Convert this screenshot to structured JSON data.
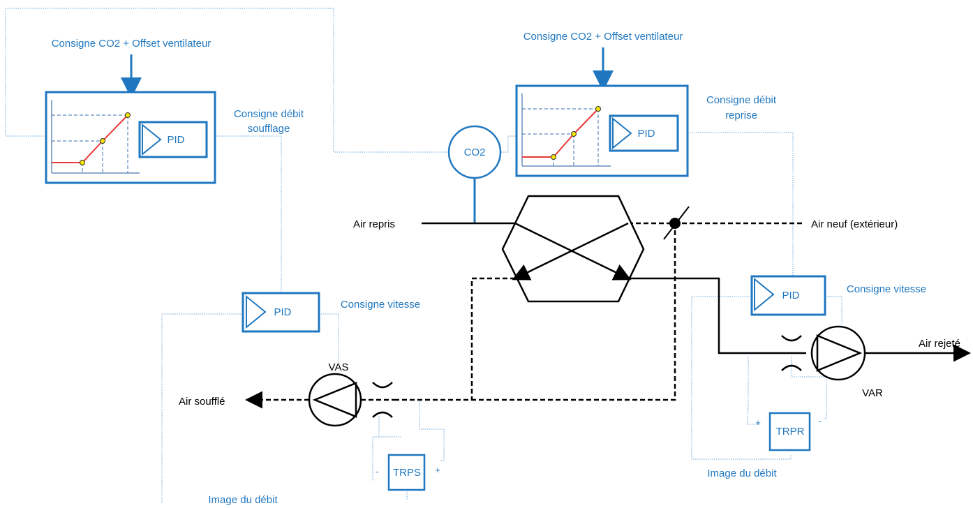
{
  "colors": {
    "signal": "#1f77c0",
    "process": "#000000",
    "curve": "#e53935",
    "point": "#f5e400",
    "thin": "#6fa8dc"
  },
  "labels": {
    "setpoint_left": "Consigne CO2 + Offset ventilateur",
    "setpoint_right": "Consigne CO2 + Offset ventilateur",
    "debit_soufflage_1": "Consigne débit",
    "debit_soufflage_2": "soufflage",
    "debit_reprise_1": "Consigne débit",
    "debit_reprise_2": "reprise",
    "vitesse_left": "Consigne vitesse",
    "vitesse_right": "Consigne vitesse",
    "image_left": "Image du débit",
    "image_right": "Image du débit",
    "air_repris": "Air repris",
    "air_neuf": "Air neuf (extérieur)",
    "air_rejete": "Air rejeté",
    "air_souffle": "Air soufflé",
    "vas": "VAS",
    "var": "VAR",
    "co2": "CO2",
    "pid": "PID",
    "trps": "TRPS",
    "trpr": "TRPR",
    "plus": "+",
    "minus": "-"
  }
}
